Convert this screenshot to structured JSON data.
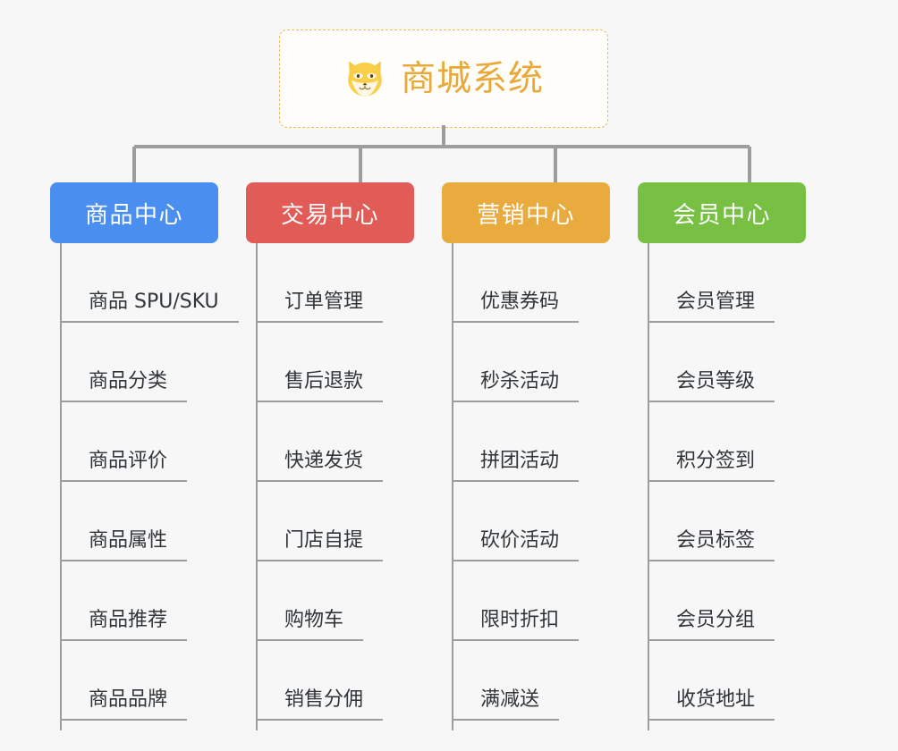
{
  "root": {
    "title": "商城系统",
    "logo_icon": "shiba-dog-face-icon",
    "title_color": "#e8a93a",
    "border_color": "#efb95e",
    "background": "#fffefb"
  },
  "canvas": {
    "background": "#f7f7f7",
    "connector_color": "#9d9d9d"
  },
  "categories": [
    {
      "label": "商品中心",
      "color": "#4a8ef0",
      "items": [
        "商品 SPU/SKU",
        "商品分类",
        "商品评价",
        "商品属性",
        "商品推荐",
        "商品品牌"
      ]
    },
    {
      "label": "交易中心",
      "color": "#e15b57",
      "items": [
        "订单管理",
        "售后退款",
        "快递发货",
        "门店自提",
        "购物车",
        "销售分佣"
      ]
    },
    {
      "label": "营销中心",
      "color": "#e9ab3e",
      "items": [
        "优惠券码",
        "秒杀活动",
        "拼团活动",
        "砍价活动",
        "限时折扣",
        "满减送"
      ]
    },
    {
      "label": "会员中心",
      "color": "#77c043",
      "items": [
        "会员管理",
        "会员等级",
        "积分签到",
        "会员标签",
        "会员分组",
        "收货地址"
      ]
    }
  ]
}
